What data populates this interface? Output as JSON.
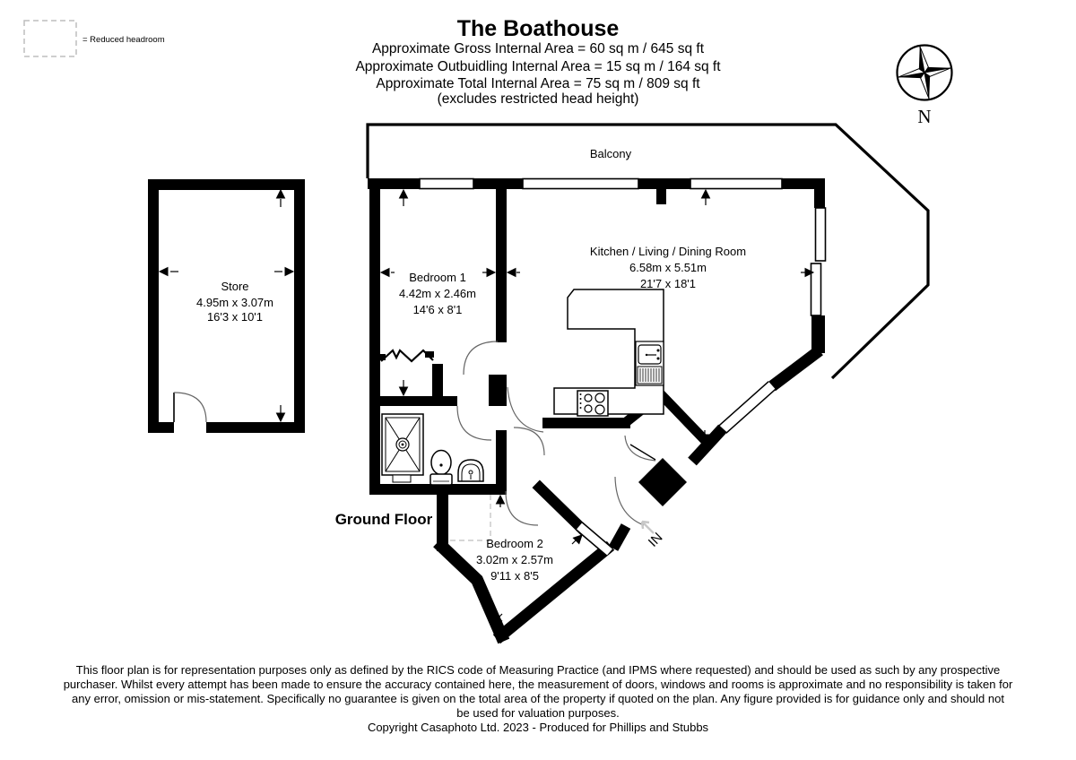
{
  "header": {
    "title": "The Boathouse",
    "line1": "Approximate Gross Internal Area = 60 sq m / 645 sq ft",
    "line2": "Approximate Outbuidling Internal Area = 15 sq m / 164 sq ft",
    "line3": "Approximate Total Internal Area = 75 sq m / 809 sq ft",
    "line4": "(excludes restricted head height)"
  },
  "legend": {
    "reduced_headroom": "= Reduced headroom"
  },
  "compass": {
    "north": "N"
  },
  "floor": {
    "label": "Ground Floor"
  },
  "rooms": {
    "balcony": {
      "name": "Balcony"
    },
    "store": {
      "name": "Store",
      "metric": "4.95m x 3.07m",
      "imperial": "16'3 x 10'1"
    },
    "bedroom1": {
      "name": "Bedroom 1",
      "metric": "4.42m x 2.46m",
      "imperial": "14'6 x 8'1"
    },
    "kitchen": {
      "name": "Kitchen / Living / Dining Room",
      "metric": "6.58m x 5.51m",
      "imperial": "21'7 x 18'1"
    },
    "bedroom2": {
      "name": "Bedroom 2",
      "metric": "3.02m x 2.57m",
      "imperial": "9'11 x 8'5"
    }
  },
  "entry": {
    "label": "IN"
  },
  "footer": {
    "line1": "This floor plan is for representation purposes only as defined by the RICS code of Measuring Practice (and IPMS where requested) and should be used as such by any prospective",
    "line2": "purchaser. Whilst every attempt has been made to ensure the accuracy contained here, the measurement of doors, windows and rooms is approximate and no responsibility is taken for",
    "line3": "any error, omission or mis-statement. Specifically no guarantee is given on the total area of the property if quoted on the plan. Any figure provided is for guidance only and should not",
    "line4": "be used for valuation purposes.",
    "copyright": "Copyright Casaphoto Ltd. 2023 - Produced for Phillips and Stubbs"
  },
  "colors": {
    "wall": "#000000",
    "dashed_gray": "#bdbdbd",
    "entry_arrow_gray": "#c8c8c8",
    "background": "#ffffff"
  }
}
